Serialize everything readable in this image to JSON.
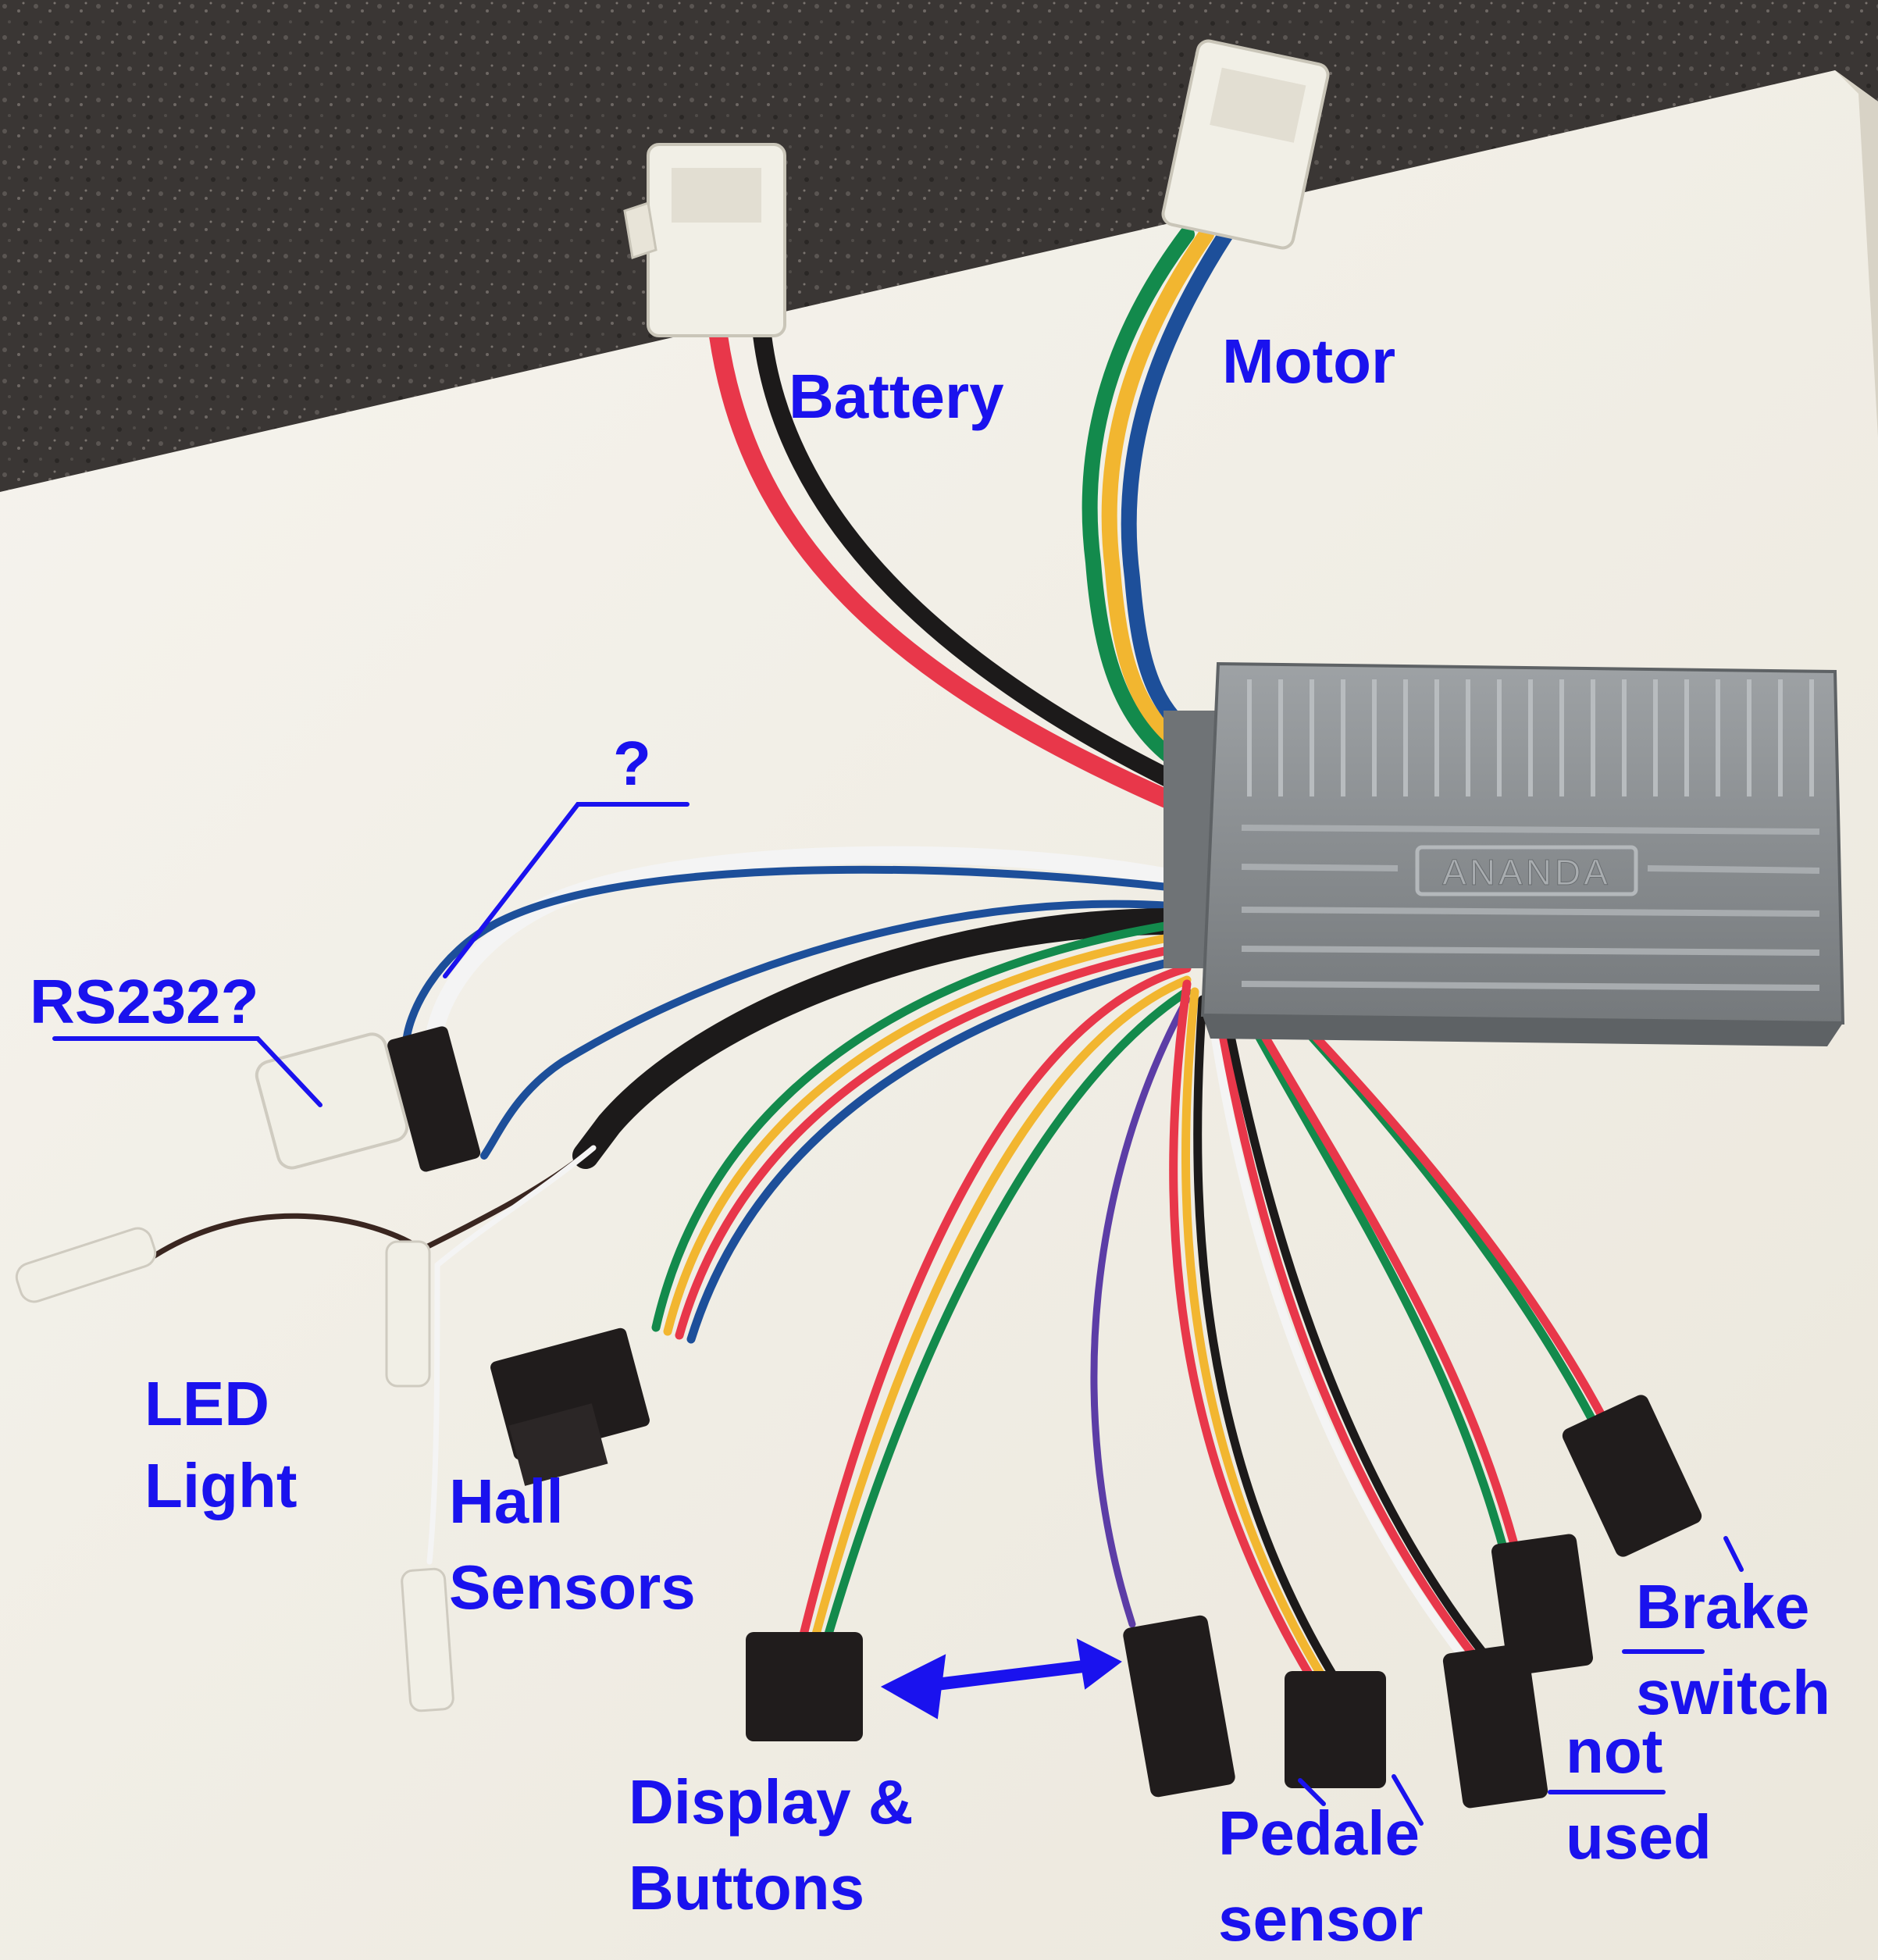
{
  "photo": {
    "brand_text": "ANANDA"
  },
  "labels": {
    "battery": "Battery",
    "motor": "Motor",
    "unknown": "?",
    "rs232": "RS232?",
    "led_line1": "LED",
    "led_line2": "Light",
    "hall_line1": "Hall",
    "hall_line2": "Sensors",
    "display_line1": "Display &",
    "display_line2": "Buttons",
    "pedale_line1": "Pedale",
    "pedale_line2": "sensor",
    "not_used_line1": "not",
    "not_used_line2": "used",
    "brake_line1": "Brake",
    "brake_line2": "switch"
  },
  "colors": {
    "annotation": "#1a12ee",
    "ground": "#3a3634",
    "paper": "#f3f0e8",
    "controller": "#8a8e91",
    "wire_red": "#e8374a",
    "wire_black": "#1c1a1a",
    "wire_yellow": "#f2b630",
    "wire_green": "#138a4c",
    "wire_blue": "#1d4f9a",
    "wire_white": "#f4f4f4",
    "wire_purple": "#5c3da6",
    "wire_brown": "#3a2620",
    "connector_black": "#201c1c",
    "connector_white": "#f1efe6"
  }
}
